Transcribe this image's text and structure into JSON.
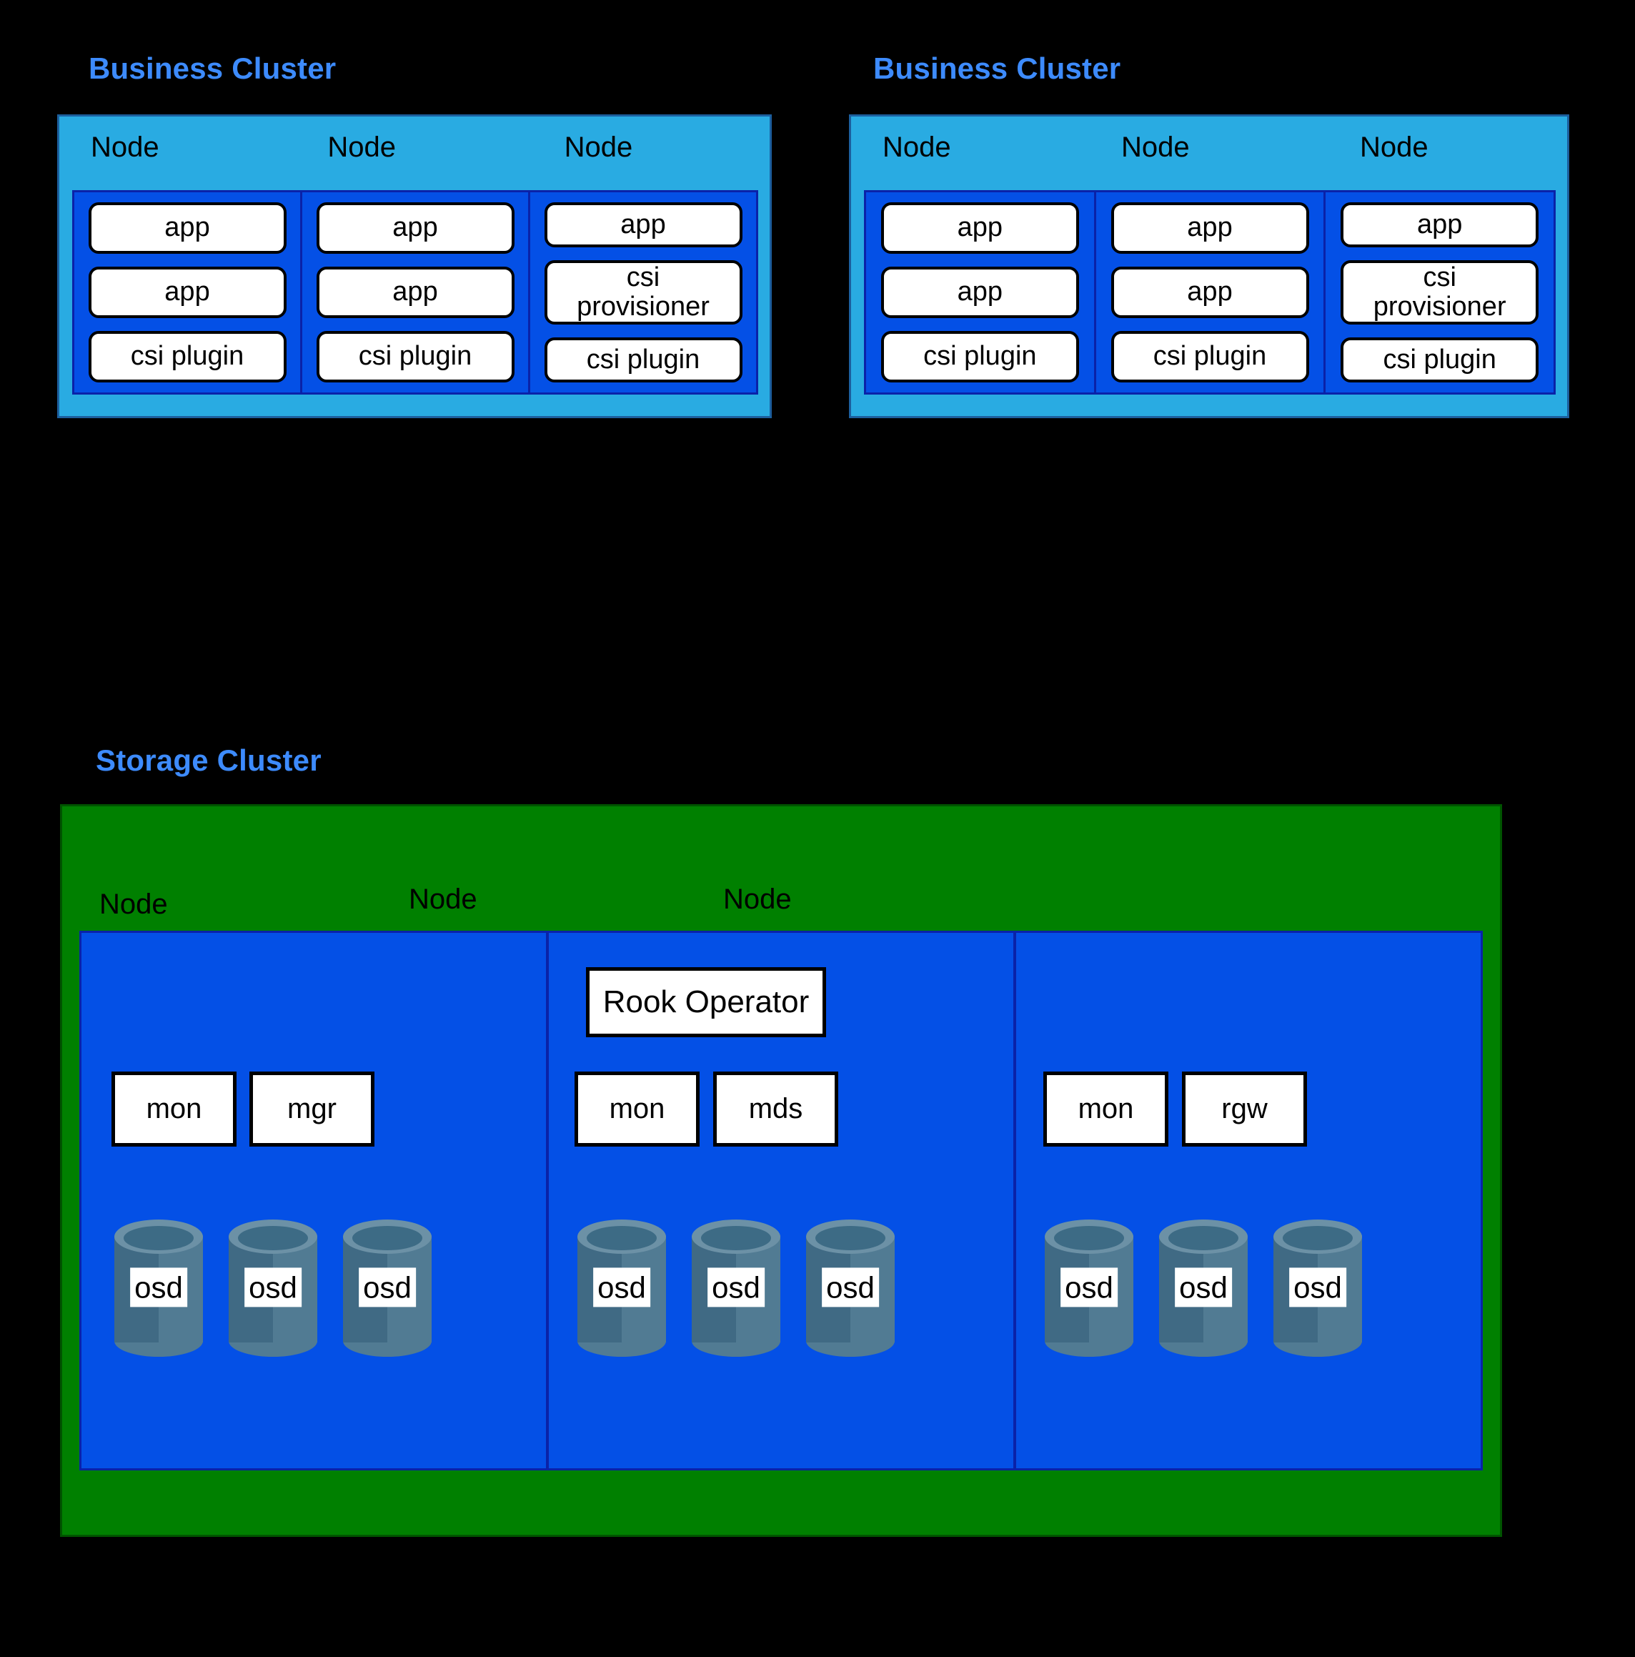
{
  "background_color": "#000000",
  "palette": {
    "title_blue": "#3d8bfd",
    "business_cluster_fill": "#29abe2",
    "business_cluster_border": "#1c5f9e",
    "node_area_fill": "#0450e6",
    "node_area_border": "#0a22a8",
    "storage_cluster_fill": "#008000",
    "storage_cluster_border": "#005400",
    "pod_fill": "#ffffff",
    "pod_border": "#000000",
    "cylinder_body": "#406a84",
    "cylinder_body_light": "#517b93",
    "cylinder_rim": "#6c91a6",
    "cylinder_inner": "#3d6b85"
  },
  "business_clusters": [
    {
      "title": "Business Cluster",
      "nodes": [
        {
          "label": "Node",
          "pods": [
            "app",
            "app",
            "csi plugin"
          ]
        },
        {
          "label": "Node",
          "pods": [
            "app",
            "app",
            "csi plugin"
          ]
        },
        {
          "label": "Node",
          "pods": [
            "app",
            "csi\nprovisioner",
            "csi plugin"
          ]
        }
      ]
    },
    {
      "title": "Business Cluster",
      "nodes": [
        {
          "label": "Node",
          "pods": [
            "app",
            "app",
            "csi plugin"
          ]
        },
        {
          "label": "Node",
          "pods": [
            "app",
            "app",
            "csi plugin"
          ]
        },
        {
          "label": "Node",
          "pods": [
            "app",
            "csi\nprovisioner",
            "csi plugin"
          ]
        }
      ]
    }
  ],
  "storage_cluster": {
    "title": "Storage Cluster",
    "nodes": [
      {
        "label": "Node",
        "operator": null,
        "daemons": [
          "mon",
          "mgr"
        ],
        "osds": [
          "osd",
          "osd",
          "osd"
        ]
      },
      {
        "label": "Node",
        "operator": "Rook Operator",
        "daemons": [
          "mon",
          "mds"
        ],
        "osds": [
          "osd",
          "osd",
          "osd"
        ]
      },
      {
        "label": "Node",
        "operator": null,
        "daemons": [
          "mon",
          "rgw"
        ],
        "osds": [
          "osd",
          "osd",
          "osd"
        ]
      }
    ]
  }
}
